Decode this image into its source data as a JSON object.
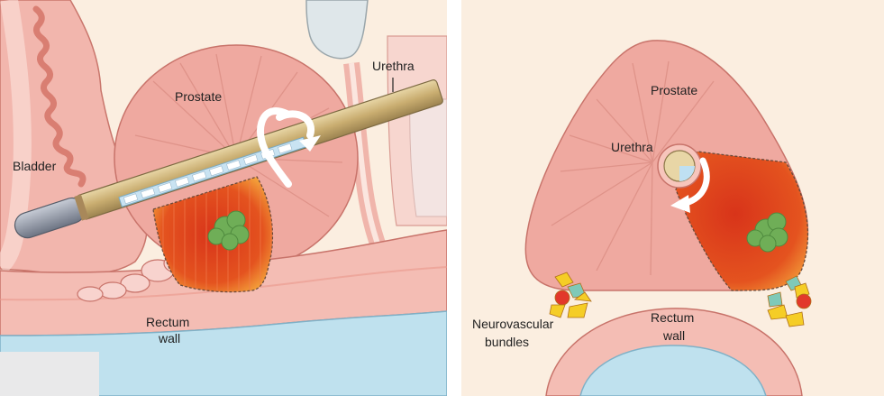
{
  "left_panel": {
    "labels": {
      "urethra": "Urethra",
      "prostate": "Prostate",
      "bladder": "Bladder",
      "rectum_line1": "Rectum",
      "rectum_line2": "wall"
    }
  },
  "right_panel": {
    "labels": {
      "prostate": "Prostate",
      "urethra": "Urethra",
      "nv_line1": "Neurovascular",
      "nv_line2": "bundles",
      "rectum_line1": "Rectum",
      "rectum_line2": "wall"
    }
  },
  "colors": {
    "background_cream": "#fbeee0",
    "prostate_pink": "#efa9a0",
    "tissue_pink": "#f4bdb4",
    "ablation_red": "#e2431f",
    "ablation_glow": "#f6a23a",
    "tumor_green": "#6fae57",
    "probe_gold": "#c9b07a",
    "probe_tip": "#8f97a6",
    "transducer_blue": "#bfe0f2",
    "rectum_lumen_blue": "#bfe1ee",
    "nerve_red": "#e2382b",
    "nerve_yellow": "#f5cd26",
    "nerve_teal": "#7fc9b8"
  }
}
